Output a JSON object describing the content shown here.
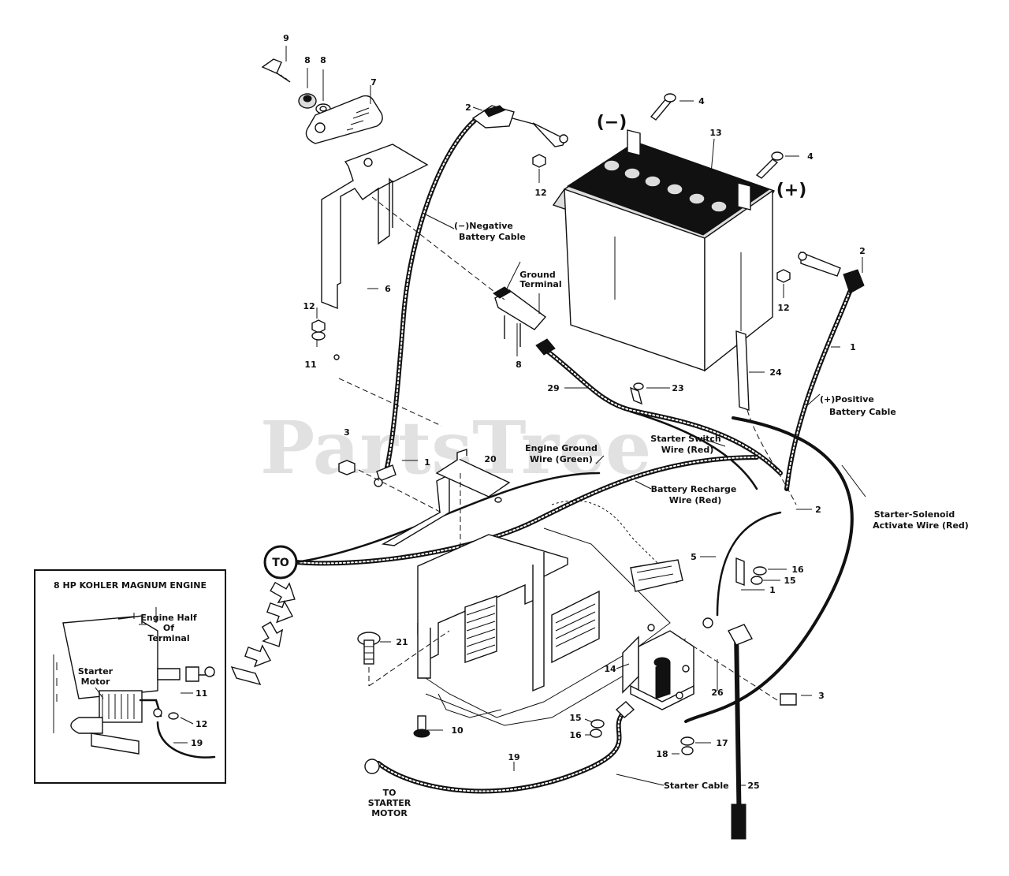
{
  "watermark": "PartsTree",
  "battery": {
    "negative_symbol": "(−)",
    "positive_symbol": "(+)"
  },
  "callouts": {
    "c9": "9",
    "c8a": "8",
    "c8b": "8",
    "c7": "7",
    "c2_top": "2",
    "c4_top": "4",
    "c12_top": "12",
    "c13": "13",
    "c4_right": "4",
    "c2_right": "2",
    "c12_right": "12",
    "c1_right": "1",
    "c6": "6",
    "c12_left": "12",
    "c11_left": "11",
    "c8_ground": "8",
    "c29": "29",
    "c23": "23",
    "c24": "24",
    "c3_left": "3",
    "c1_left": "1",
    "c20": "20",
    "c2_mid": "2",
    "c5": "5",
    "c16_mid": "16",
    "c15_mid": "15",
    "c1_mid": "1",
    "c21": "21",
    "c14": "14",
    "c26": "26",
    "c3_right": "3",
    "c10": "10",
    "c15_low": "15",
    "c16_low": "16",
    "c17": "17",
    "c18": "18",
    "c19": "19",
    "c25": "25"
  },
  "labels": {
    "negative_cable_l1": "(−)Negative",
    "negative_cable_l2": "Battery  Cable",
    "ground_terminal_l1": "Ground",
    "ground_terminal_l2": "Terminal",
    "positive_cable_l1": "(+)Positive",
    "positive_cable_l2": "Battery  Cable",
    "starter_switch_l1": "Starter Switch",
    "starter_switch_l2": "Wire  (Red)",
    "engine_ground_l1": "Engine Ground",
    "engine_ground_l2": "Wire (Green)",
    "battery_recharge_l1": "Battery Recharge",
    "battery_recharge_l2": "Wire  (Red)",
    "solenoid_wire_l1": "Starter-Solenoid",
    "solenoid_wire_l2": "Activate Wire (Red)",
    "to_circle": "TO",
    "starter_cable": "Starter Cable",
    "to_starter_l1": "TO",
    "to_starter_l2": "STARTER",
    "to_starter_l3": "MOTOR"
  },
  "inset": {
    "title": "8 HP KOHLER MAGNUM ENGINE",
    "engine_half_l1": "Engine Half",
    "engine_half_l2": "Of",
    "engine_half_l3": "Terminal",
    "starter_motor_l1": "Starter",
    "starter_motor_l2": "Motor",
    "c11": "11",
    "c12": "12",
    "c19": "19"
  }
}
